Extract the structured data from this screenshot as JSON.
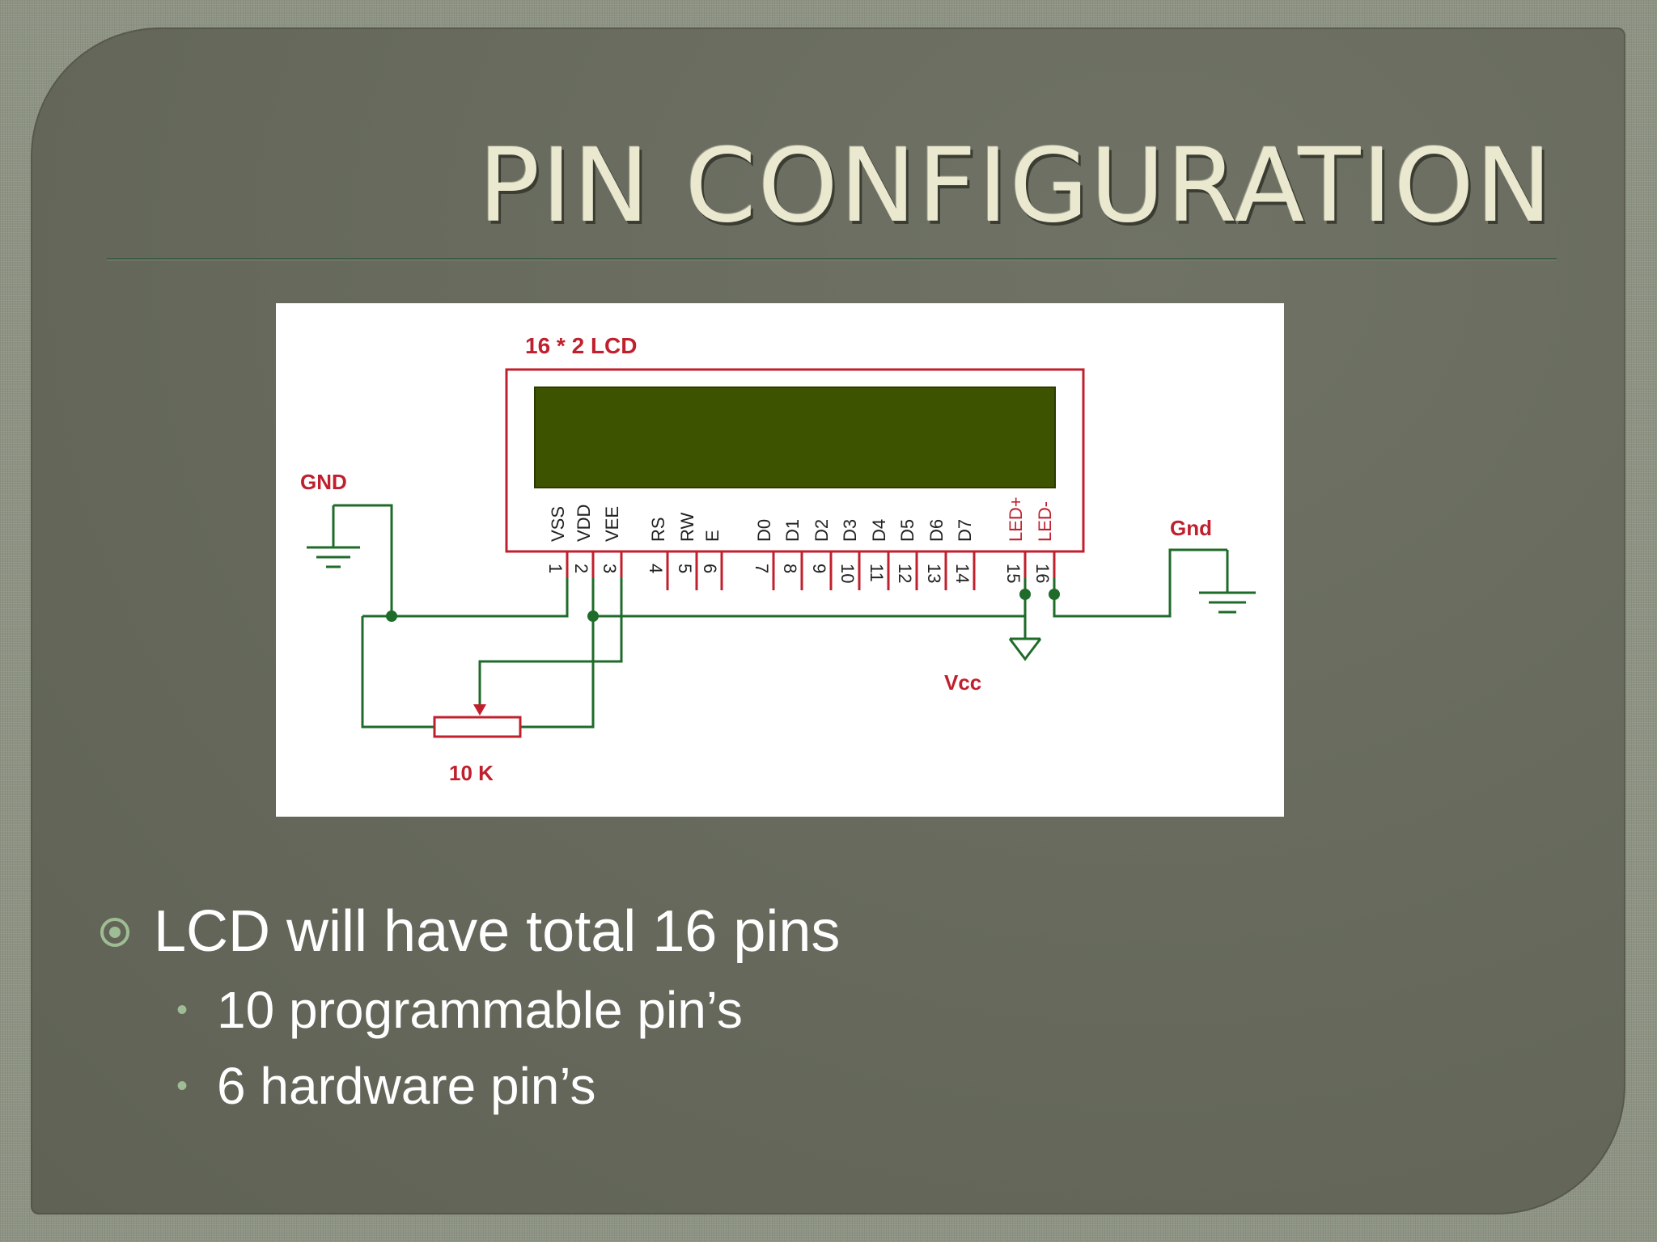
{
  "slide": {
    "title": "PIN CONFIGURATION",
    "bullets": [
      {
        "text": "LCD will have total 16 pins",
        "sub": [
          "10 programmable pin’s",
          "6 hardware pin’s"
        ]
      }
    ]
  },
  "diagram": {
    "lcd_label": "16 * 2 LCD",
    "pin_names": [
      "VSS",
      "VDD",
      "VEE",
      "RS",
      "RW",
      "E",
      "D0",
      "D1",
      "D2",
      "D3",
      "D4",
      "D5",
      "D6",
      "D7",
      "LED+",
      "LED-"
    ],
    "pin_numbers": [
      "1",
      "2",
      "3",
      "4",
      "5",
      "6",
      "7",
      "8",
      "9",
      "10",
      "11",
      "12",
      "13",
      "14",
      "15",
      "16"
    ],
    "gnd_left": "GND",
    "gnd_right": "Gnd",
    "vcc": "Vcc",
    "pot_label": "10 K",
    "colors": {
      "outline": "#c0202e",
      "wire": "#1f6b2a",
      "screen": "#3d5300",
      "text": "#c0202e"
    }
  }
}
